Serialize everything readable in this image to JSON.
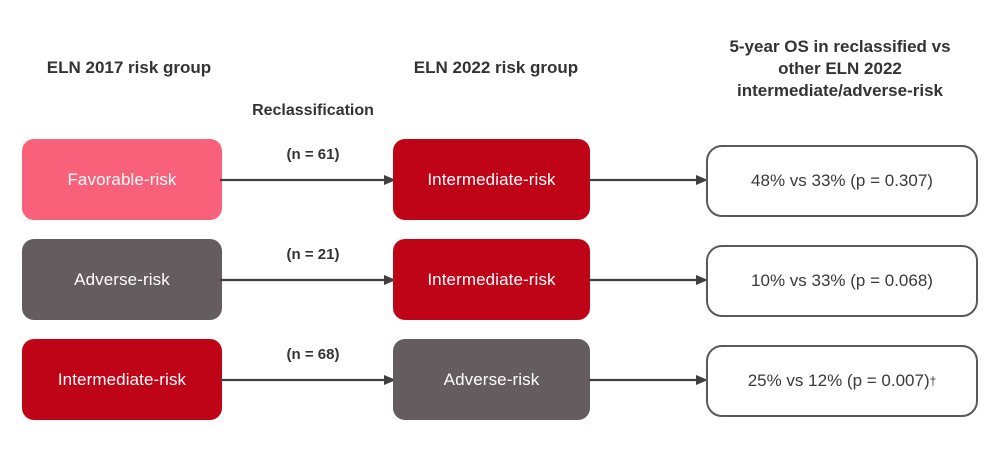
{
  "headers": {
    "left": "ELN 2017 risk group",
    "middle": "ELN 2022 risk group",
    "right": "5-year OS in reclassified vs other ELN 2022 intermediate/adverse-risk",
    "right_line1": "5-year OS in reclassified vs",
    "right_line2": "other ELN 2022",
    "right_line3": "intermediate/adverse-risk",
    "reclassification": "Reclassification"
  },
  "colors": {
    "favorable_pink": "#F9607A",
    "adverse_gray": "#655C5F",
    "intermediate_red": "#C00418",
    "outcome_border": "#595959",
    "text_dark": "#333333",
    "background": "#FFFFFF"
  },
  "rows": [
    {
      "eln2017": "Favorable-risk",
      "eln2017_color": "#F9607A",
      "n_label": "(n = 61)",
      "eln2022": "Intermediate-risk",
      "eln2022_color": "#C00418",
      "outcome": "48% vs 33% (p = 0.307)",
      "outcome_dagger": ""
    },
    {
      "eln2017": "Adverse-risk",
      "eln2017_color": "#655C5F",
      "n_label": "(n = 21)",
      "eln2022": "Intermediate-risk",
      "eln2022_color": "#C00418",
      "outcome": "10% vs 33% (p = 0.068)",
      "outcome_dagger": ""
    },
    {
      "eln2017": "Intermediate-risk",
      "eln2017_color": "#C00418",
      "n_label": "(n = 68)",
      "eln2022": "Adverse-risk",
      "eln2022_color": "#655C5F",
      "outcome": "25% vs 12% (p = 0.007)",
      "outcome_dagger": "†"
    }
  ]
}
